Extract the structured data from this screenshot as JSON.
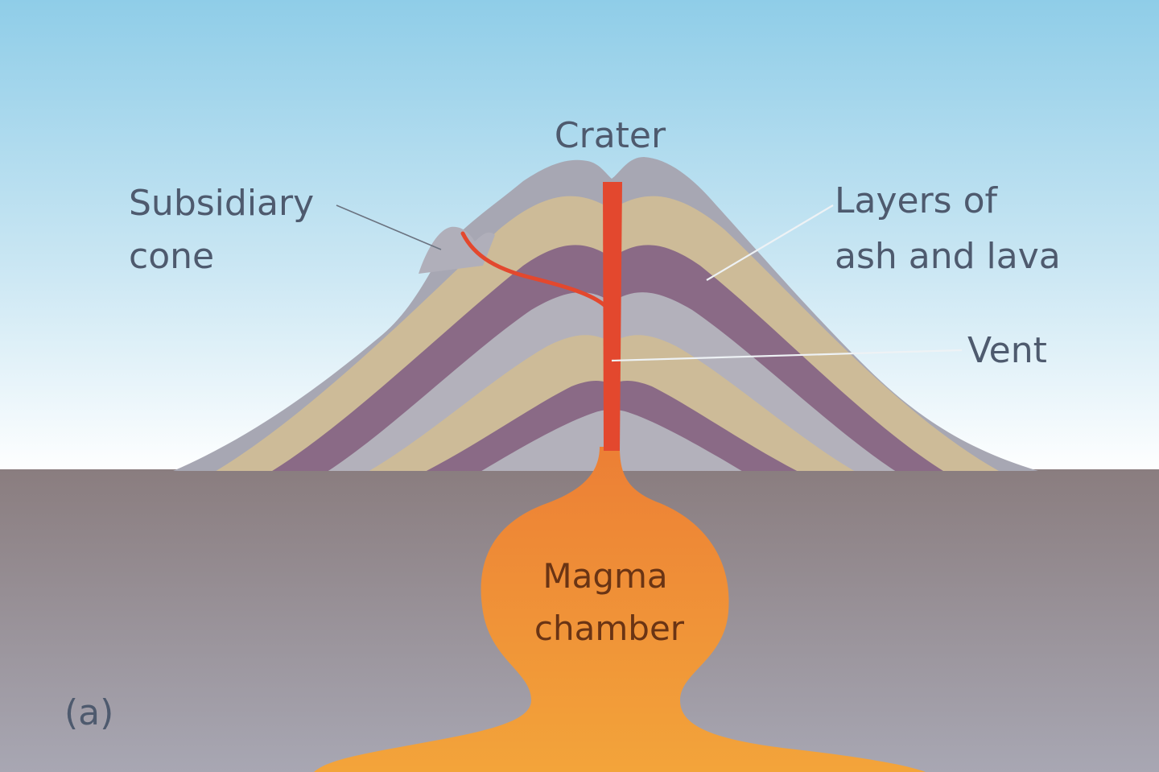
{
  "labels": {
    "crater": "Crater",
    "subsidiary_cone_line1": "Subsidiary",
    "subsidiary_cone_line2": "cone",
    "layers_line1": "Layers of",
    "layers_line2": "ash and lava",
    "vent": "Vent",
    "magma_line1": "Magma",
    "magma_line2": "chamber",
    "panel": "(a)"
  },
  "colors": {
    "sky_top": "#8fcde8",
    "sky_bottom": "#ffffff",
    "ground": "#8a7d7f",
    "mountain_outer": "#a7a7b3",
    "layer_tan": "#cdbb98",
    "layer_purple": "#8a6a86",
    "layer_grey": "#b3b1bb",
    "vent": "#e3482e",
    "magma": "#ef8d3c"
  }
}
